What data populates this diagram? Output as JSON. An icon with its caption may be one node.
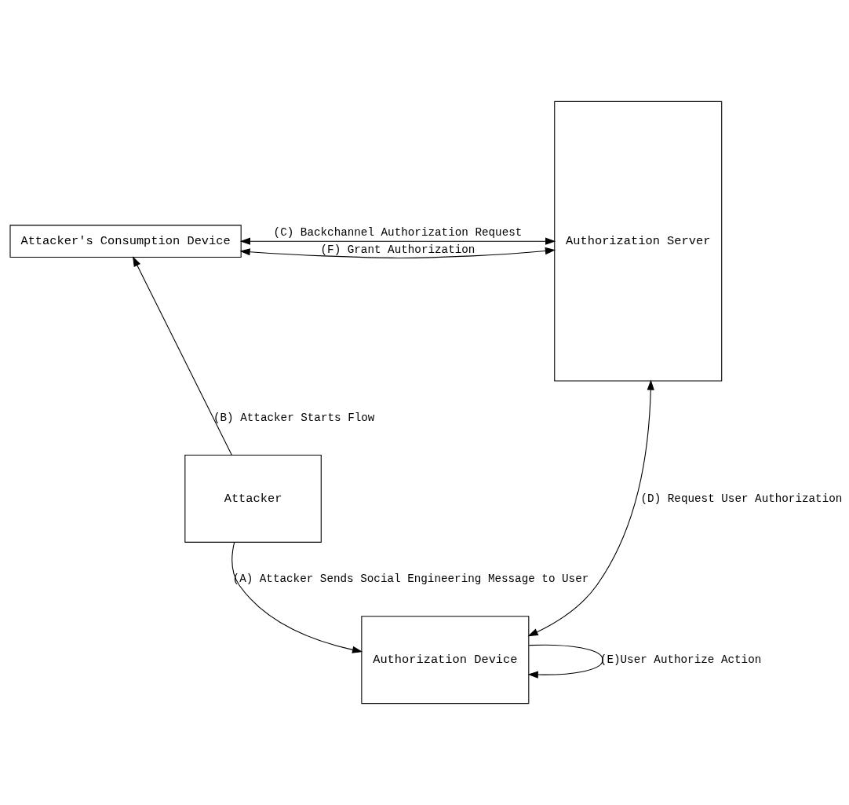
{
  "diagram": {
    "nodes": [
      {
        "text": [
          "Attacker's Consumption Device"
        ]
      },
      {
        "text": [
          "Authorization Server"
        ]
      },
      {
        "text": [
          "Attacker"
        ]
      },
      {
        "text": [
          "Authorization Device"
        ]
      }
    ],
    "edges": [
      {
        "from": 0,
        "to": 1,
        "arrow": "both",
        "label": "(C) Backchannel Authorization Request"
      },
      {
        "from": 0,
        "to": 1,
        "arrow": "both",
        "label": "(F) Grant Authorization"
      },
      {
        "from": 2,
        "to": 0,
        "arrow": "to",
        "label": "(B) Attacker Starts Flow"
      },
      {
        "from": 2,
        "to": 3,
        "arrow": "to",
        "label": "(A) Attacker Sends Social Engineering Message to User"
      },
      {
        "from": 3,
        "to": 3,
        "arrow": "to",
        "label": "(E)User Authorize Action"
      },
      {
        "from": 1,
        "to": 3,
        "arrow": "both",
        "label": "(D) Request User Authorization"
      }
    ]
  }
}
